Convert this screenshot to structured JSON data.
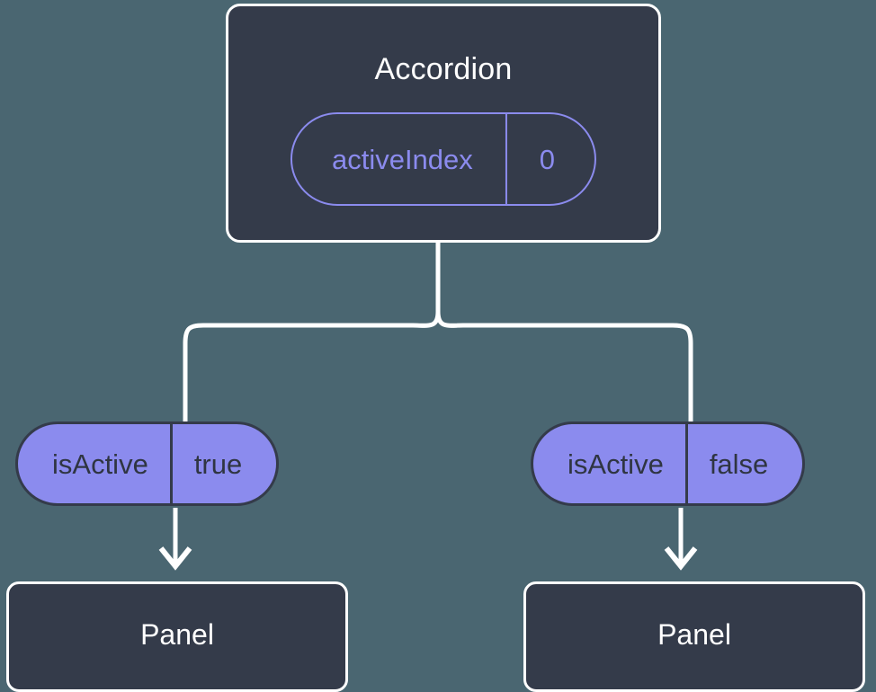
{
  "diagram": {
    "title_hidden": "",
    "background_color": "#4a6671",
    "node_fill": "#343b4a",
    "node_stroke": "#ffffff",
    "accent_color": "#8b8bee",
    "pill_text_color": "#2f3542"
  },
  "root": {
    "label": "Accordion",
    "state": {
      "key": "activeIndex",
      "value": "0"
    }
  },
  "branches": [
    {
      "prop": {
        "key": "isActive",
        "value": "true"
      },
      "child": {
        "label": "Panel"
      }
    },
    {
      "prop": {
        "key": "isActive",
        "value": "false"
      },
      "child": {
        "label": "Panel"
      }
    }
  ]
}
